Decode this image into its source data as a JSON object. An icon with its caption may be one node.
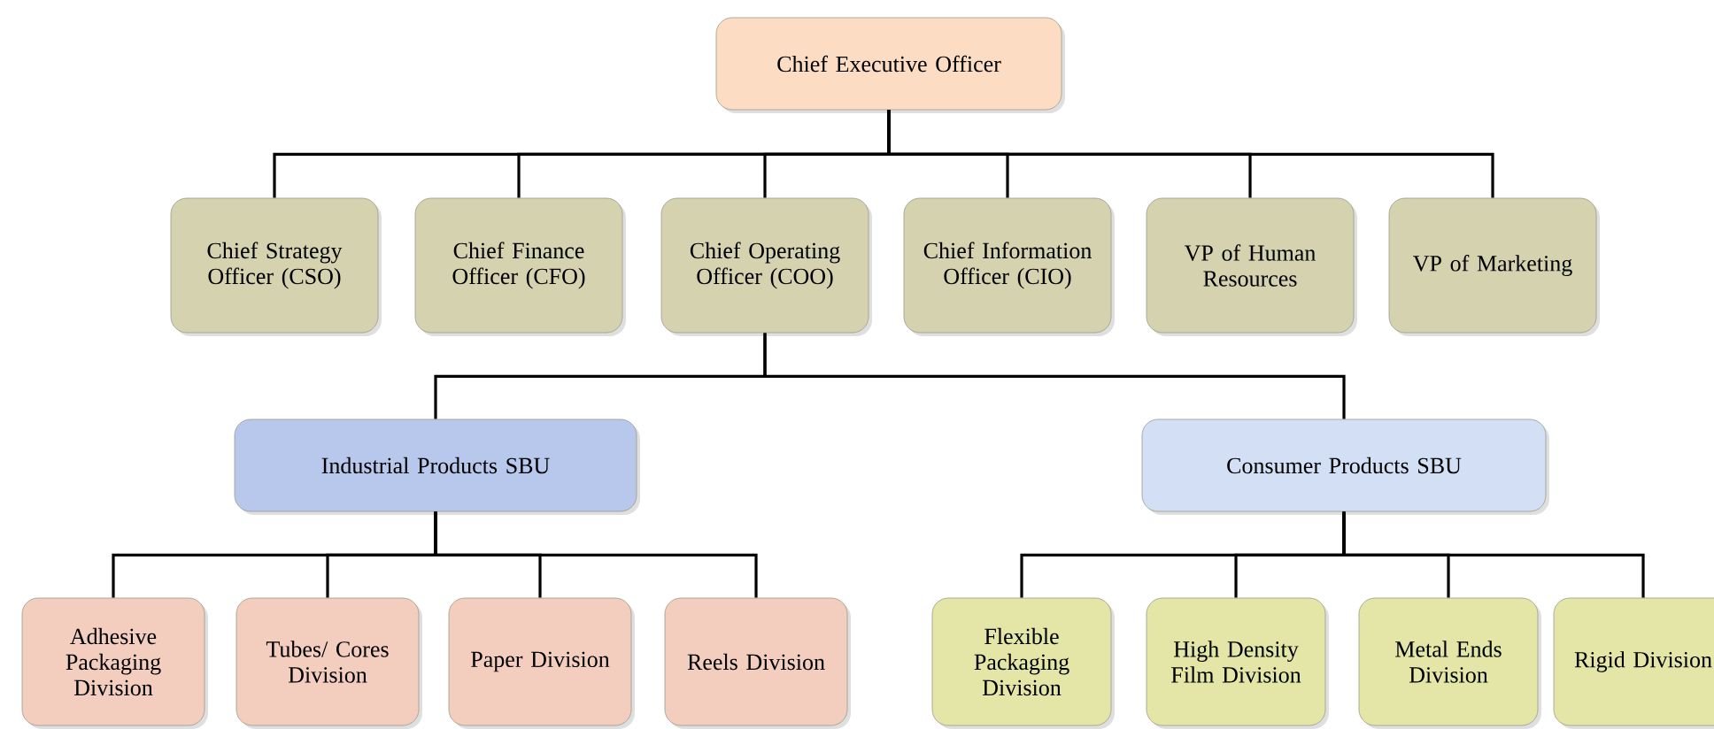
{
  "diagram": {
    "nodes": [
      {
        "text": [
          "Chief Executive Officer"
        ]
      },
      {
        "text": [
          "Chief Strategy Officer (CSO)"
        ]
      },
      {
        "text": [
          "Chief Finance Officer (CFO)"
        ]
      },
      {
        "text": [
          "Chief Operating Officer (COO)"
        ]
      },
      {
        "text": [
          "Chief Information Officer (CIO)"
        ]
      },
      {
        "text": [
          "VP of Human Resources"
        ]
      },
      {
        "text": [
          "VP of Marketing"
        ]
      },
      {
        "text": [
          "Industrial Products SBU"
        ]
      },
      {
        "text": [
          "Consumer Products SBU"
        ]
      },
      {
        "text": [
          "Adhesive Packaging Division"
        ]
      },
      {
        "text": [
          "Tubes/ Cores Division"
        ]
      },
      {
        "text": [
          "Paper Division"
        ]
      },
      {
        "text": [
          "Reels Division"
        ]
      },
      {
        "text": [
          "Flexible Packaging Division"
        ]
      },
      {
        "text": [
          "High Density Film Division"
        ]
      },
      {
        "text": [
          "Metal Ends Division"
        ]
      },
      {
        "text": [
          "Rigid Division"
        ]
      }
    ],
    "edges": [
      {
        "from": 0,
        "to": 1,
        "arrow": "none"
      },
      {
        "from": 0,
        "to": 2,
        "arrow": "none"
      },
      {
        "from": 0,
        "to": 3,
        "arrow": "none"
      },
      {
        "from": 0,
        "to": 4,
        "arrow": "none"
      },
      {
        "from": 0,
        "to": 5,
        "arrow": "none"
      },
      {
        "from": 0,
        "to": 6,
        "arrow": "none"
      },
      {
        "from": 3,
        "to": 7,
        "arrow": "none"
      },
      {
        "from": 3,
        "to": 8,
        "arrow": "none"
      },
      {
        "from": 7,
        "to": 9,
        "arrow": "none"
      },
      {
        "from": 7,
        "to": 10,
        "arrow": "none"
      },
      {
        "from": 7,
        "to": 11,
        "arrow": "none"
      },
      {
        "from": 7,
        "to": 12,
        "arrow": "none"
      },
      {
        "from": 8,
        "to": 13,
        "arrow": "none"
      },
      {
        "from": 8,
        "to": 14,
        "arrow": "none"
      },
      {
        "from": 8,
        "to": 15,
        "arrow": "none"
      },
      {
        "from": 8,
        "to": 16,
        "arrow": "none"
      }
    ]
  }
}
